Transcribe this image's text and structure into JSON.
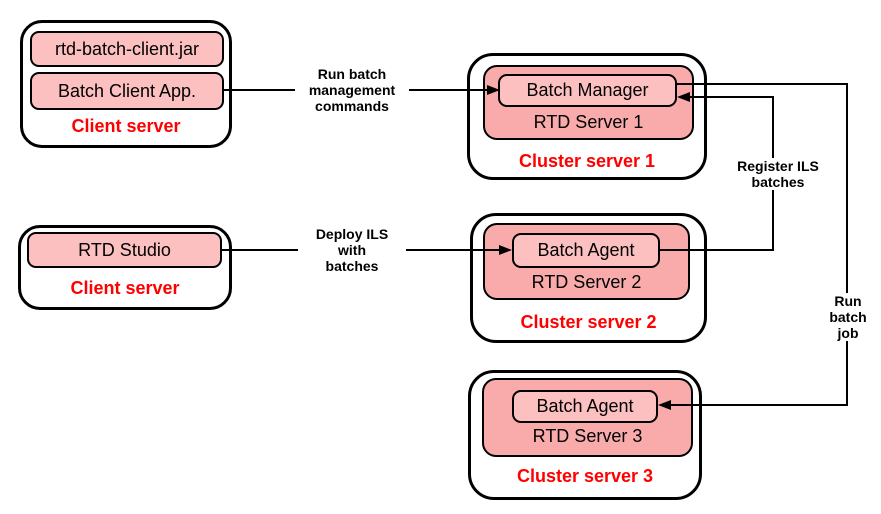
{
  "colors": {
    "server_pink": "#f9abab",
    "component_pink": "#fdc0c0",
    "title_red": "#ff0000",
    "line_black": "#000000"
  },
  "nodes": {
    "client_server_1": {
      "title": "Client server",
      "jar_label": "rtd-batch-client.jar",
      "app_label": "Batch Client App."
    },
    "client_server_2": {
      "title": "Client server",
      "studio_label": "RTD Studio"
    },
    "cluster_server_1": {
      "title": "Cluster server 1",
      "server_label": "RTD Server 1",
      "component_label": "Batch Manager"
    },
    "cluster_server_2": {
      "title": "Cluster server 2",
      "server_label": "RTD Server 2",
      "component_label": "Batch Agent"
    },
    "cluster_server_3": {
      "title": "Cluster server 3",
      "server_label": "RTD Server 3",
      "component_label": "Batch Agent"
    }
  },
  "edges": {
    "run_batch_commands": {
      "lines": [
        "Run batch",
        "management",
        "commands"
      ]
    },
    "deploy_ils": {
      "lines": [
        "Deploy ILS",
        "with",
        "batches"
      ]
    },
    "register_ils": {
      "lines": [
        "Register ILS",
        "batches"
      ]
    },
    "run_batch_job": {
      "lines": [
        "Run",
        "batch",
        "job"
      ]
    }
  }
}
